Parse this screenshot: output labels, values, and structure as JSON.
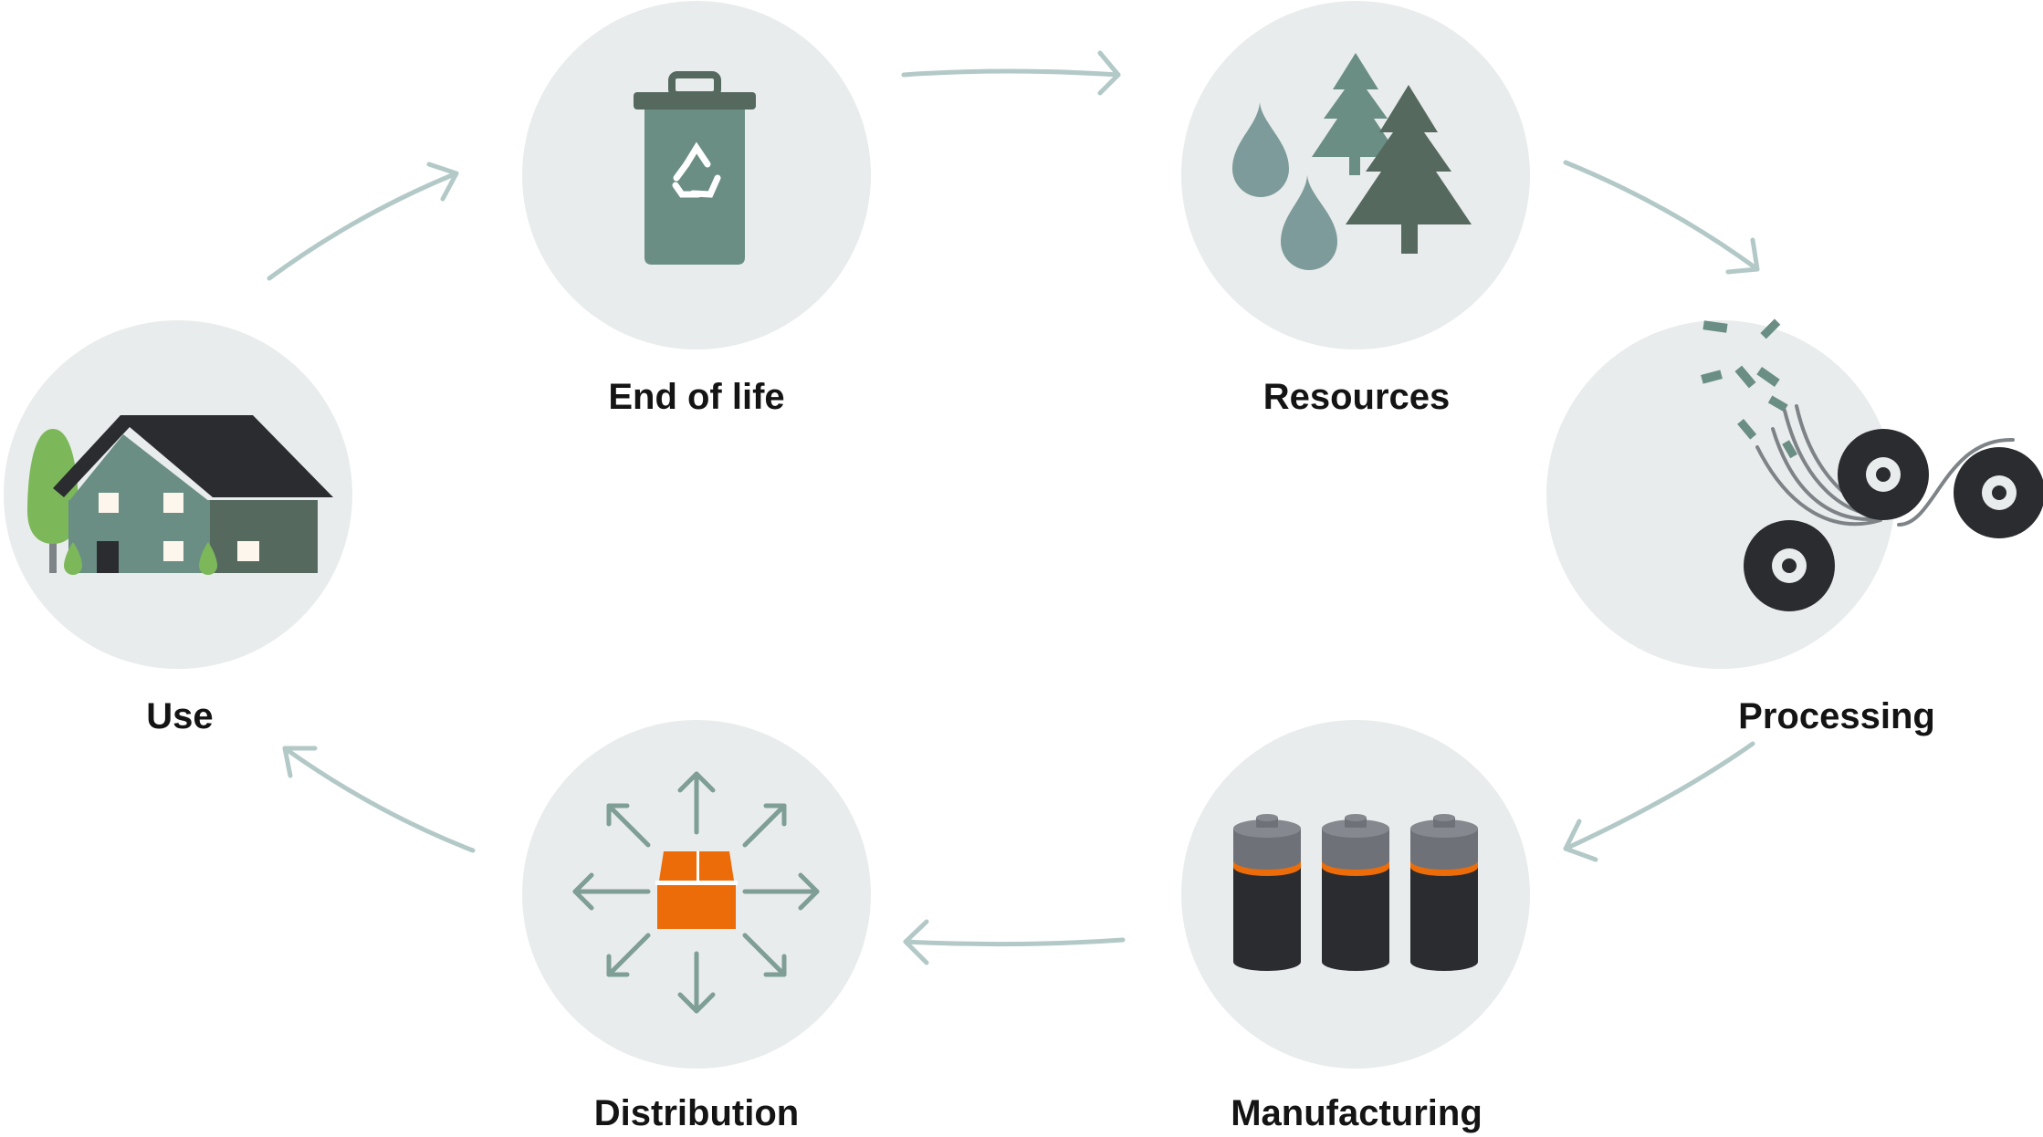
{
  "stages": {
    "end_of_life": {
      "label": "End of life",
      "icon": "recycling-bin-icon"
    },
    "resources": {
      "label": "Resources",
      "icon": "water-and-trees-icon"
    },
    "processing": {
      "label": "Processing",
      "icon": "rollers-icon"
    },
    "manufacturing": {
      "label": "Manufacturing",
      "icon": "batteries-icon"
    },
    "distribution": {
      "label": "Distribution",
      "icon": "package-distribution-icon"
    },
    "use": {
      "label": "Use",
      "icon": "house-icon"
    }
  },
  "flow": [
    [
      "use",
      "end_of_life"
    ],
    [
      "end_of_life",
      "resources"
    ],
    [
      "resources",
      "processing"
    ],
    [
      "processing",
      "manufacturing"
    ],
    [
      "manufacturing",
      "distribution"
    ],
    [
      "distribution",
      "use"
    ]
  ],
  "colors": {
    "circle_bg": "#e9ecec",
    "arrow": "#b3c9c7",
    "teal": "#6a8e84",
    "dark_teal": "#55695f",
    "drop": "#7d9b9a",
    "charcoal": "#2b2c30",
    "orange": "#ec6c0a",
    "green": "#7cb85a",
    "label": "#141414"
  }
}
